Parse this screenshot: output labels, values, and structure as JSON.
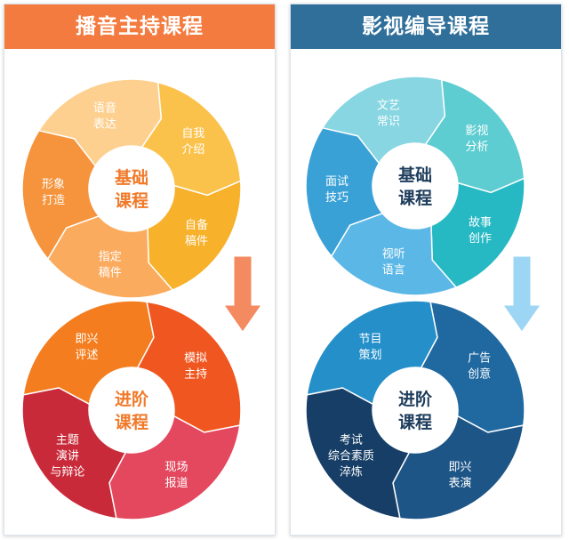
{
  "panels": [
    {
      "id": "left",
      "title": "播音主持课程",
      "header_color": "#f47b3f",
      "arrow_color": "#f48a60",
      "cycles": [
        {
          "center": [
            "基础",
            "课程"
          ],
          "center_color": "#f07a2a",
          "segments": [
            {
              "label": [
                "语音",
                "表达"
              ],
              "color": "#fdd08f"
            },
            {
              "label": [
                "自我",
                "介绍"
              ],
              "color": "#fbc24b"
            },
            {
              "label": [
                "自备",
                "稿件"
              ],
              "color": "#f7b12a"
            },
            {
              "label": [
                "指定",
                "稿件"
              ],
              "color": "#fbab5e"
            },
            {
              "label": [
                "形象",
                "打造"
              ],
              "color": "#f5943c"
            }
          ]
        },
        {
          "center": [
            "进阶",
            "课程"
          ],
          "center_color": "#f07a2a",
          "segments": [
            {
              "label": [
                "即兴",
                "评述"
              ],
              "color": "#f47e1f"
            },
            {
              "label": [
                "模拟",
                "主持"
              ],
              "color": "#f0561f"
            },
            {
              "label": [
                "现场",
                "报道"
              ],
              "color": "#e3485e"
            },
            {
              "label": [
                "主题",
                "演讲",
                "与辩论"
              ],
              "color": "#c92a3a"
            }
          ]
        }
      ]
    },
    {
      "id": "right",
      "title": "影视编导课程",
      "header_color": "#2f6f9a",
      "arrow_color": "#9dd6f4",
      "cycles": [
        {
          "center": [
            "基础",
            "课程"
          ],
          "center_color": "#1e3d5c",
          "segments": [
            {
              "label": [
                "文艺",
                "常识"
              ],
              "color": "#87d6e2"
            },
            {
              "label": [
                "影视",
                "分析"
              ],
              "color": "#5dcdd2"
            },
            {
              "label": [
                "故事",
                "创作"
              ],
              "color": "#26b9c4"
            },
            {
              "label": [
                "视听",
                "语言"
              ],
              "color": "#5bb7e6"
            },
            {
              "label": [
                "面试",
                "技巧"
              ],
              "color": "#3aa1d7"
            }
          ]
        },
        {
          "center": [
            "进阶",
            "课程"
          ],
          "center_color": "#1e3d5c",
          "segments": [
            {
              "label": [
                "节目",
                "策划"
              ],
              "color": "#248fc9"
            },
            {
              "label": [
                "广告",
                "创意"
              ],
              "color": "#2069a0"
            },
            {
              "label": [
                "即兴",
                "表演"
              ],
              "color": "#1d5586"
            },
            {
              "label": [
                "考试",
                "综合素质",
                "淬炼"
              ],
              "color": "#163e66"
            }
          ]
        }
      ]
    }
  ]
}
